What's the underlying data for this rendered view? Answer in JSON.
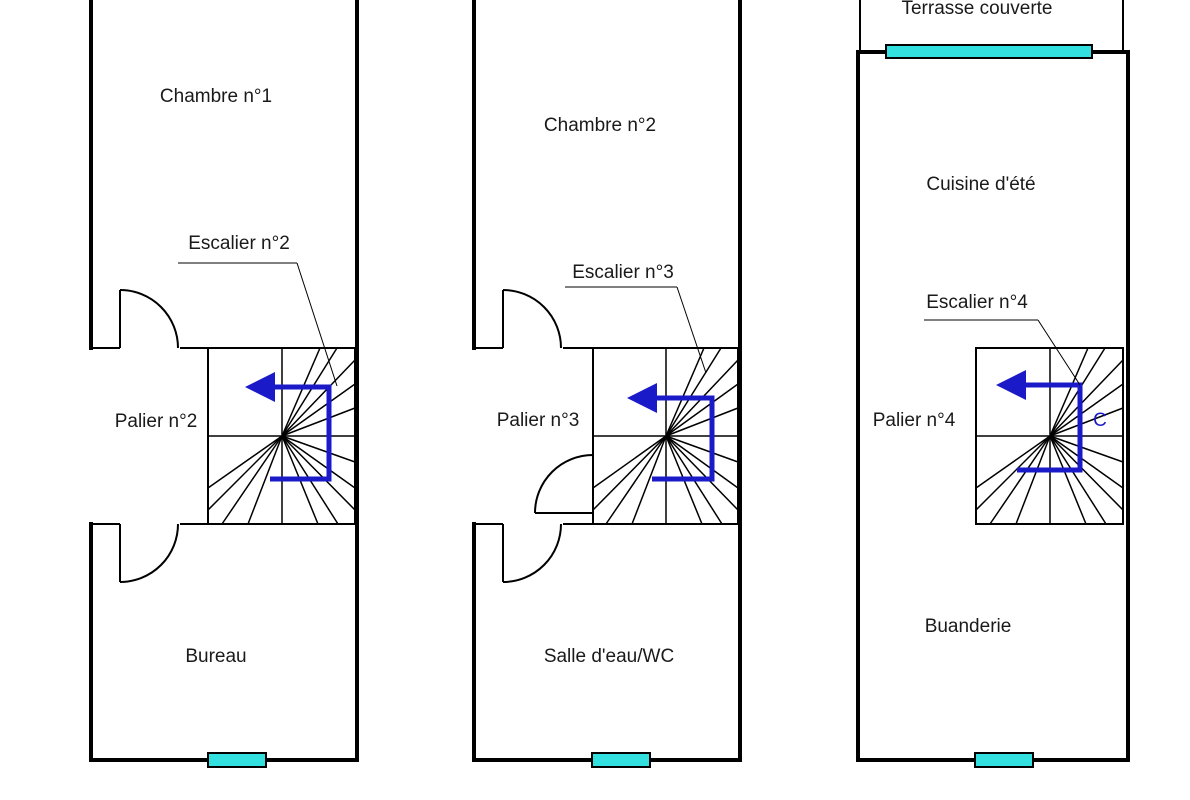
{
  "plans": [
    {
      "rooms": {
        "top": "Chambre n°1",
        "bottom": "Bureau"
      },
      "landing": "Palier n°2",
      "stair_label": "Escalier n°2"
    },
    {
      "rooms": {
        "top": "Chambre n°2",
        "bottom": "Salle d'eau/WC"
      },
      "landing": "Palier n°3",
      "stair_label": "Escalier n°3"
    },
    {
      "rooms": {
        "terrace": "Terrasse couverte",
        "top": "Cuisine d'été",
        "bottom": "Buanderie"
      },
      "landing": "Palier n°4",
      "stair_label": "Escalier n°4",
      "stair_letter": "C"
    }
  ],
  "colors": {
    "wall": "#000000",
    "window": "#33e0e0",
    "arrow": "#1a1ac8",
    "text": "#1a1a1a"
  },
  "icons": {
    "stair_direction": "arrow-left-icon",
    "window": "window-icon",
    "door": "door-swing-icon"
  }
}
